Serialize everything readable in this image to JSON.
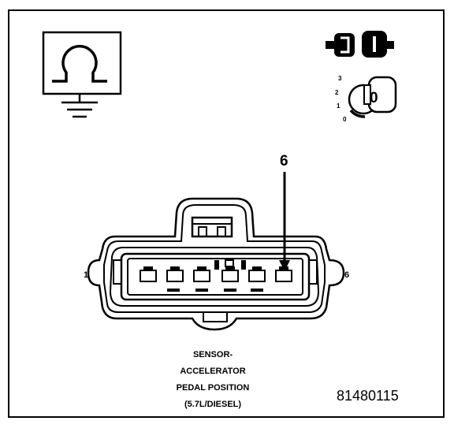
{
  "connector": {
    "pin_left": "1",
    "pin_right": "6",
    "callout_pin": "6"
  },
  "caption": {
    "line1": "SENSOR-",
    "line2": "ACCELERATOR",
    "line3": "PEDAL POSITION",
    "line4": "(5.7L/DIESEL)"
  },
  "figure_id": "81480115",
  "ignition": {
    "positions": [
      "3",
      "2",
      "1",
      "0"
    ],
    "key_mark": "0"
  },
  "icons": [
    "ohmmeter-ground-icon",
    "connector-disconnect-icon",
    "ignition-key-icon"
  ],
  "colors": {
    "ink": "#000000",
    "paper": "#ffffff"
  }
}
